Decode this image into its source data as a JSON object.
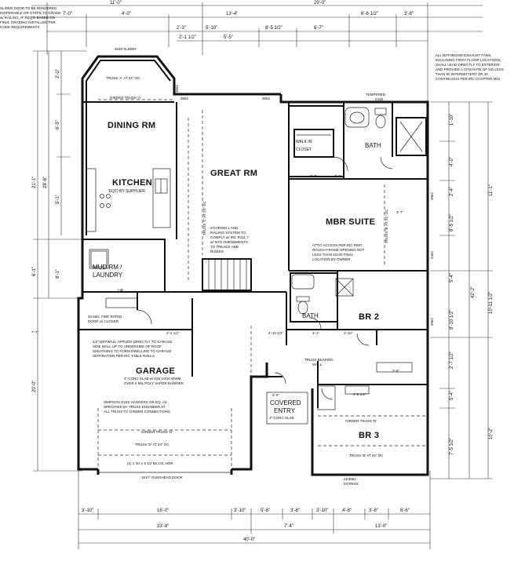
{
  "rooms": {
    "dining": "DINING RM",
    "kitchen": "KITCHEN",
    "kitchen_note": "'EQ'D BY SUPPLIER",
    "great": "GREAT RM",
    "mbr": "MBR SUITE",
    "walk_in": "WALK IN",
    "closet": "CLOSET",
    "bath_master": "BATH",
    "bath_hall": "BATH",
    "br2": "BR 2",
    "br3": "BR 3",
    "mud": "MUD RM /",
    "laundry": "LAUNDRY",
    "garage": "GARAGE",
    "covered": "COVERED",
    "entry": "ENTRY"
  },
  "notes": {
    "top_left": [
      "SLIDER DOOR TO BE RENDERED",
      "INOPERABLE OR STEPS TO GRADE",
      "w/ RAILING, IF REQ'D BASED ON",
      "FINAL GRADING INSTALLED PER",
      "CODE REQUIREMENTS"
    ],
    "slider": "6048 SLIDER",
    "exhaust": [
      "ALL BATHROOM EXHAUST FANS,",
      "INCLUDING FIRST FLOOR LOCATIONS,",
      "SHALL LEAD DIRECTLY TO EXTERIOR",
      "AND PROVIDE A CFM RATE OF NO LESS",
      "THAN 50 INTERMITTENT OR 20",
      "CONTINUOUS PER IRC CHAPTER M15"
    ],
    "tempered": "TEMPERED",
    "stair": [
      "STAIRWELL AND",
      "RAILING SYSTEM TO",
      "COMPLY w/ IRC R311.7",
      "w/ NYS AMENDMENTS",
      "TO TREADS AND",
      "RISERS"
    ],
    "attic": [
      "ATTIC ACCESS PER IRC R807",
      "ROUGH FRAME OPENING NOT",
      "LESS THAN 22x30 FINAL",
      "LOCATION BY OWNER"
    ],
    "fire_door": [
      "20 MIN. FIRE RATED",
      "DOOR w/ CLOSER"
    ],
    "drywall": [
      "1/2\" DRYWALL APPLIED DIRECTLY TO GARAGE",
      "SIDE WALL UP TO UNDERSIDE OF ROOF",
      "SHEATHING TO FORM DWELLING TO GARAGE",
      "SEPARATION PER IRC TABLE R302.6"
    ],
    "slab": [
      "4\" CONC SLAB w/ 6X6 10/10 WWM",
      "OVER 6 MIL POLY VAPOR BARRIER"
    ],
    "hangers": [
      "SIMPSON H10S HANGERS OR EQ. AS",
      "SPECIFIED BY TRUSS ENGINEER AT",
      "ALL TRUSS TO GIRDER CONNECTIONS"
    ],
    "truss_bearing": [
      "TRUSS BEARING",
      "WALL"
    ],
    "entry_slab": "4\" CONC SLAB",
    "up": "UP",
    "egress": "EGRESS",
    "egress_code": "1D3862"
  },
  "trusses": {
    "a": "TRUSS 'A' AT 24\" OC",
    "girder_a": "GIRDER TRUSS 'A'",
    "c": "TRUSS 'C' AT 24\" OC",
    "b_mbr": "TRUSS 'B' AT 24\" OC",
    "girder_b": "GIRDER TRUSS 'B'",
    "b_br3": "TRUSS 'B' AT 24\" OC",
    "girder_d": "GIRDER TRUSS 'D'",
    "d": "TRUSS 'D' AT 24\" OC",
    "lvl": "(2) 1 3/4 x 9 1/2 ML LVL HDR",
    "door": "16'x7' OVERHEAD DOOR"
  },
  "dims": {
    "top_row1": [
      "11'-0\"",
      "29'-0\""
    ],
    "top_row2": [
      "7'-0\"",
      "4'-0\"",
      "13'-4\"",
      "6'-6 1/2\"",
      "3'-8\""
    ],
    "top_row3": [
      "2'-3\"",
      "5'-10\"",
      "8'-5 1/2\"",
      "6'-7\""
    ],
    "top_row4": [
      "2'-1 1/2\"",
      "5'-5\""
    ],
    "bottom_row1": [
      "3'-10\"",
      "16'-0\"",
      "3'-10\"",
      "5'-8\"",
      "3'-8\"",
      "3'-10\"",
      "4'-8\"",
      "3'-8\"",
      "6'-6\""
    ],
    "bottom_row2": [
      "23'-8\"",
      "7'-4\"",
      "13'-0\""
    ],
    "bottom_total": "40'-0\"",
    "left_outer": [
      "21'-1\"",
      "6'-1\"",
      "20'-0\""
    ],
    "left_total": "28'-6\"",
    "left_inner": [
      "2'-0\"",
      "6'-5\"",
      "5'-1\"",
      "8'-1\""
    ],
    "right_outer": [
      "11'-1\"",
      "10'-11 1/2\"",
      "10'-2\""
    ],
    "right_total": "42'-2\"",
    "right_inner": [
      "1'-10\"",
      "4'-0\"",
      "2'-4\"",
      "8'-5 1/2\"",
      "5'-4\"",
      "8'-10 1/2\"",
      "2'-7 1/2\"",
      "5'-4\"",
      "7'-5 1/2\""
    ],
    "interior": [
      "3'-4\"",
      "3'-6\"",
      "4'-10 1/2\"",
      "3'-1\"",
      "3'-10\"",
      "4'-2 1/2\"",
      "4'-8 1/2\"",
      "2'-6\"",
      "3'-0\"",
      "3'-7\"",
      "7'-7\""
    ],
    "window_codes": [
      "3662",
      "3662",
      "3662",
      "2436",
      "3062",
      "2462",
      "3062"
    ]
  }
}
